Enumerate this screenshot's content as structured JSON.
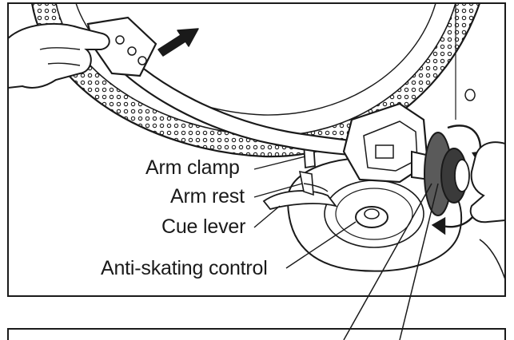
{
  "labels": {
    "arm_clamp": "Arm clamp",
    "arm_rest": "Arm rest",
    "cue_lever": "Cue lever",
    "anti_skating": "Anti-skating control"
  },
  "colors": {
    "ink": "#1a1a1a",
    "background": "#ffffff",
    "dial_shade": "#5a5a5a"
  },
  "icons": {
    "direction_arrow": "arrow-right-icon",
    "rotation_arrows": "rotate-arrows-icon"
  }
}
